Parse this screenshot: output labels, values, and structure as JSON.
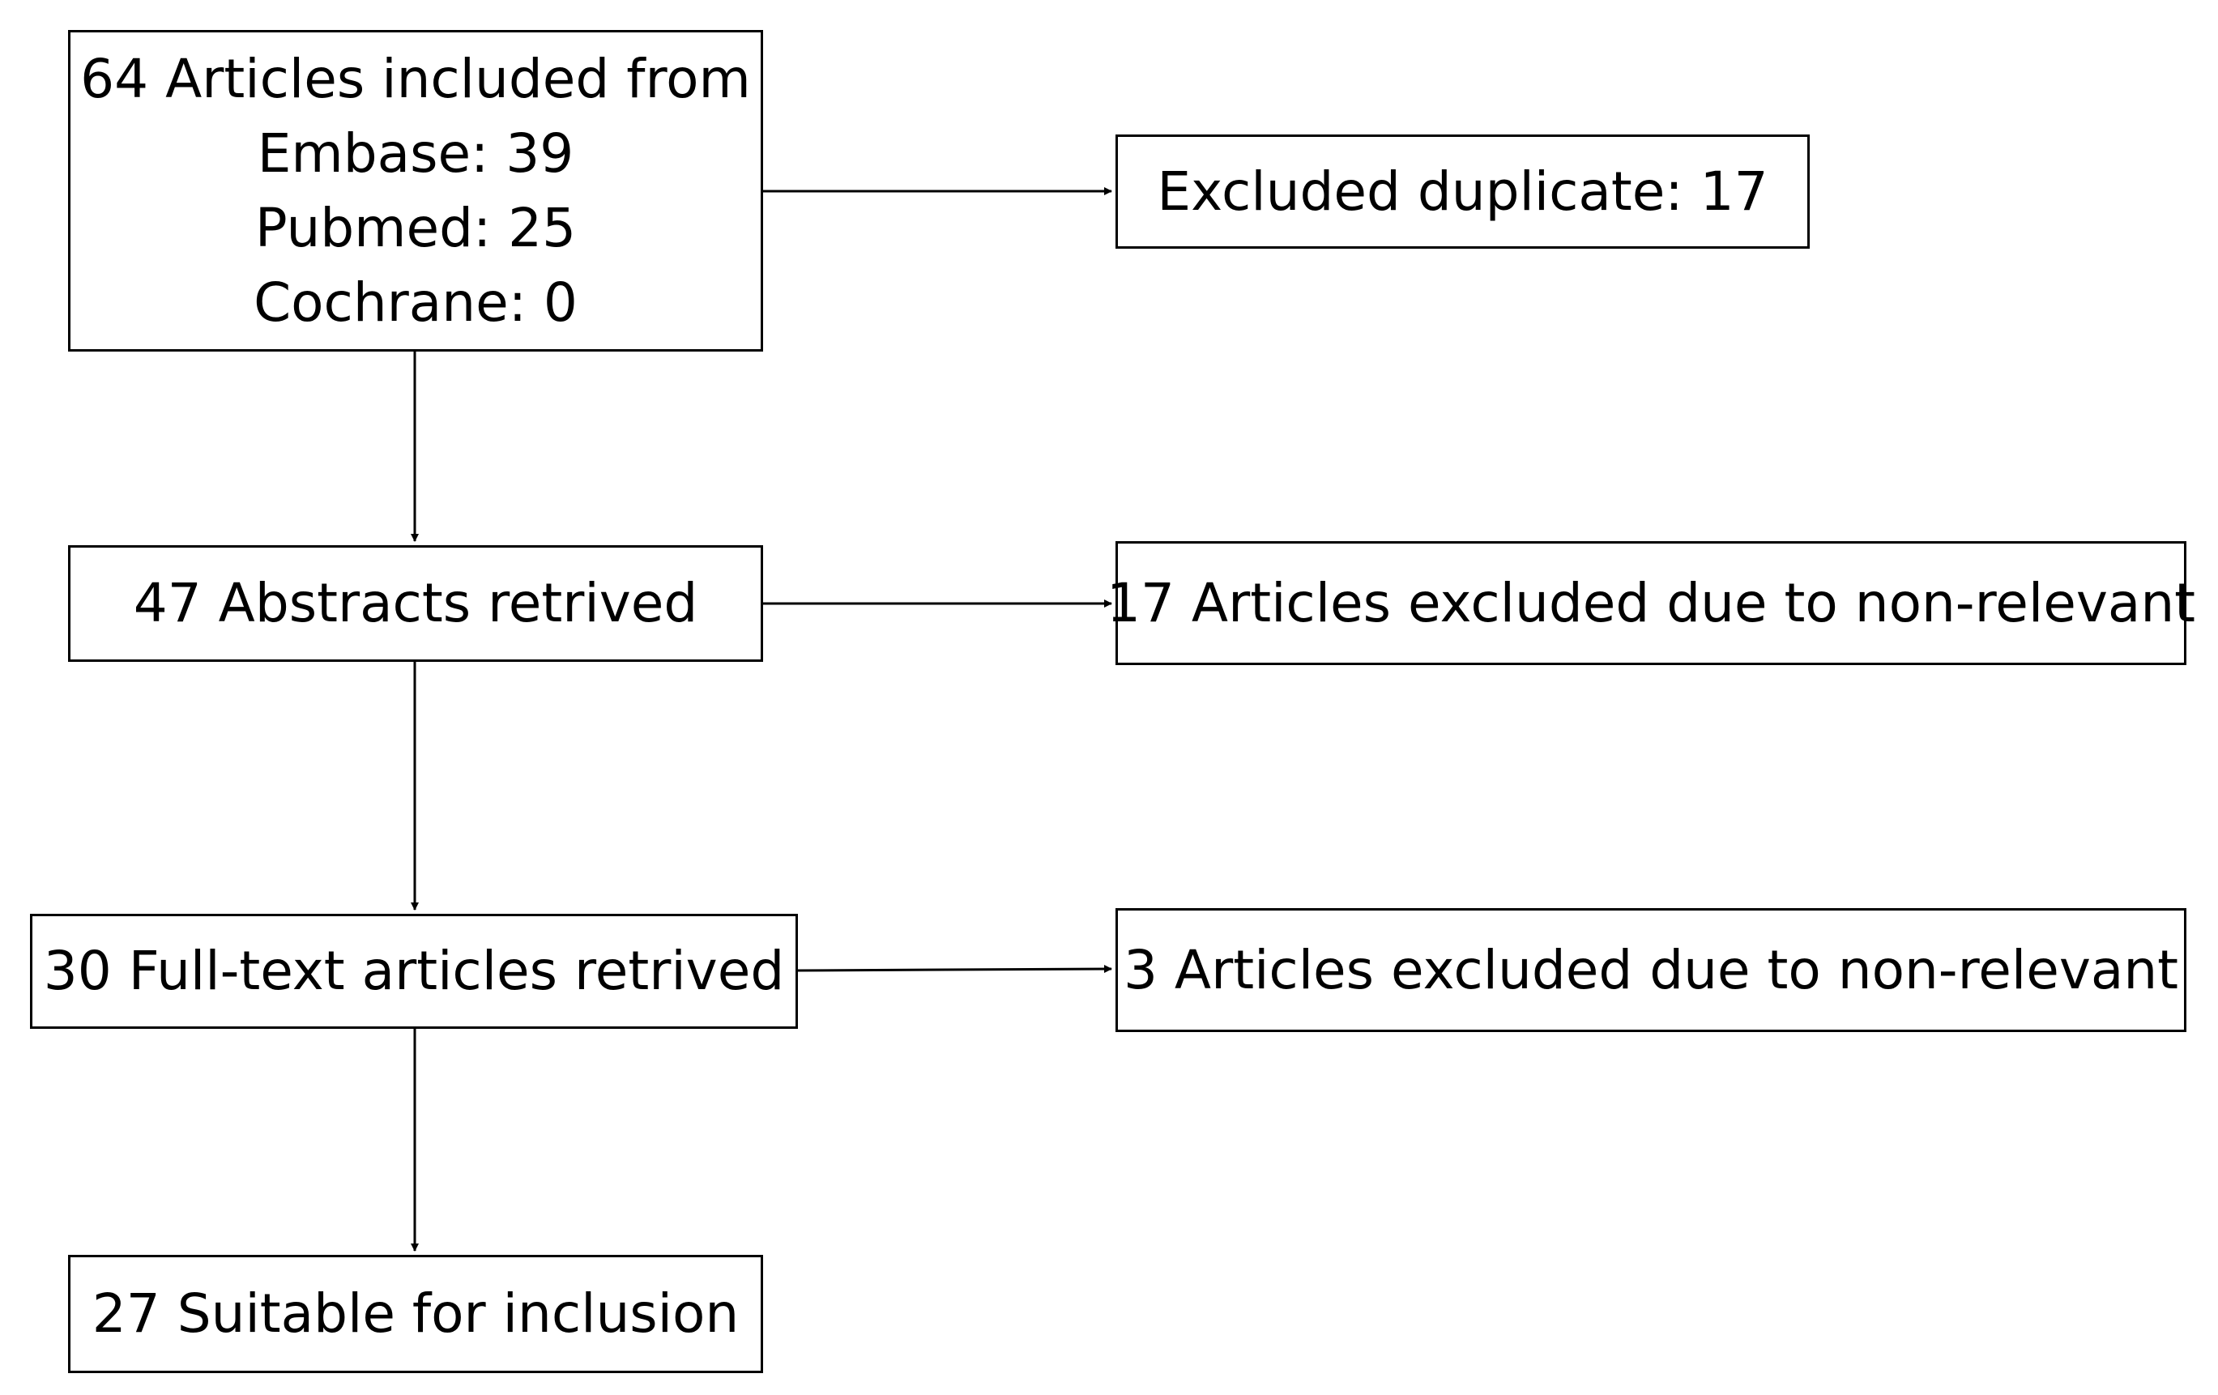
{
  "flowchart": {
    "main": {
      "source": {
        "title": "64 Articles included from",
        "embase": "Embase: 39",
        "pubmed": "Pubmed: 25",
        "cochrane": "Cochrane: 0"
      },
      "abstracts": "47 Abstracts retrived",
      "fulltext": "30 Full-text articles retrived",
      "included": "27 Suitable for inclusion"
    },
    "exclusions": {
      "duplicates": "Excluded duplicate: 17",
      "abstract_stage": "17 Articles excluded due to non-relevant",
      "fulltext_stage": "3 Articles excluded due to non-relevant"
    }
  },
  "colors": {
    "stroke": "#000000",
    "background": "#ffffff",
    "text": "#000000"
  }
}
